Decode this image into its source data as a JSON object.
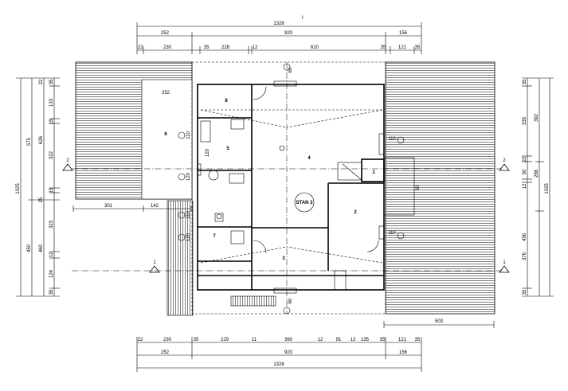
{
  "top_marker": "I",
  "dims_top": {
    "overall": "1328",
    "row2": [
      "252",
      "920",
      "156"
    ],
    "row3": [
      "22",
      "230",
      "35",
      "228",
      "12",
      "610",
      "35",
      "121",
      "35"
    ]
  },
  "dims_bottom": {
    "row1": [
      "22",
      "230",
      "35",
      "229",
      "11",
      "360",
      "12",
      "91",
      "12",
      "135",
      "35",
      "121",
      "35"
    ],
    "row2": [
      "252",
      "920",
      "156"
    ],
    "overall": "1328",
    "extra": "503"
  },
  "dims_left": {
    "overall": "1025",
    "col2": [
      "575",
      "450"
    ],
    "col3": [
      "22",
      "626",
      "25",
      "460"
    ],
    "col4": [
      "35",
      "133",
      "15",
      "322",
      "15",
      "323",
      "12",
      "124",
      "35"
    ],
    "inner": "575",
    "horizontal": [
      "301",
      "142"
    ]
  },
  "dims_right": {
    "overall": "1025",
    "col2": [
      "392",
      "288",
      "376"
    ],
    "col3": [
      "35",
      "335",
      "22",
      "50",
      "12",
      "456",
      "35"
    ]
  },
  "top_dim_inner": "252",
  "rooms": [
    "1",
    "2",
    "3",
    "4",
    "5",
    "6",
    "7",
    "8"
  ],
  "apartment_label": "STAN 3",
  "section_markers": {
    "left_2": "2",
    "right_2": "2",
    "left_1": "1",
    "right_1": "1"
  },
  "window_labels": [
    "110",
    "120",
    "110",
    "120",
    "60",
    "110",
    "60",
    "110",
    "60",
    "120"
  ],
  "colors": {
    "line": "#000000",
    "background": "#ffffff"
  }
}
